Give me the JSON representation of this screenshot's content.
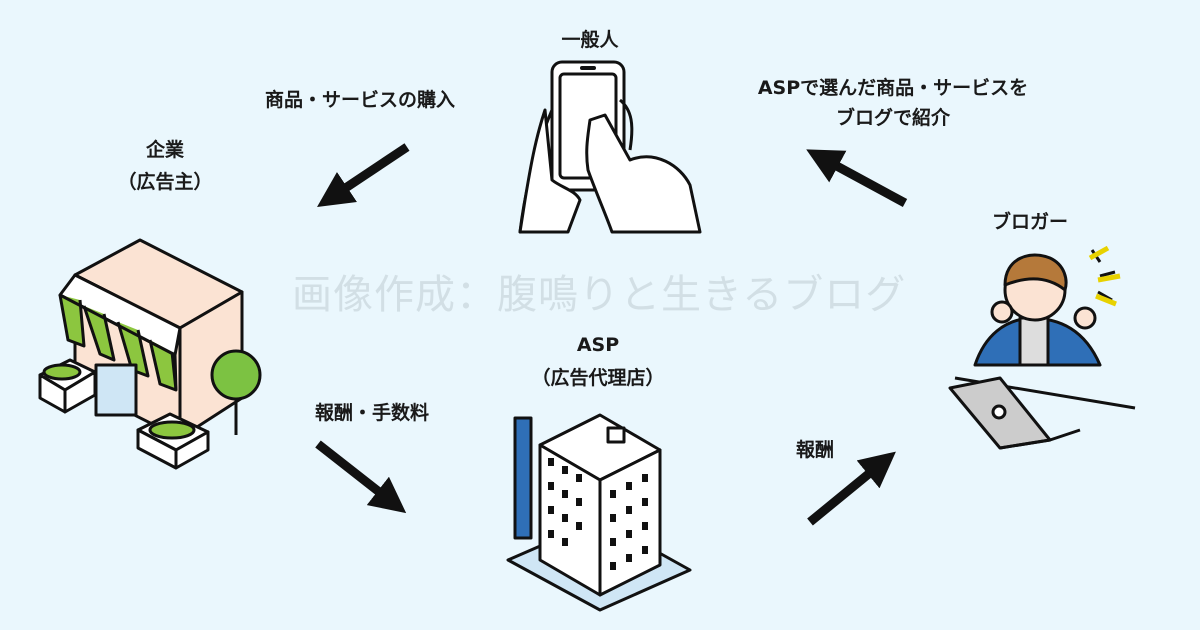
{
  "nodes": {
    "public": {
      "label": "一般人"
    },
    "company": {
      "label": "企業",
      "sub": "（広告主）"
    },
    "asp": {
      "label": "ASP",
      "sub": "（広告代理店）"
    },
    "blogger": {
      "label": "ブロガー"
    }
  },
  "edges": {
    "purchase": "商品・サービスの購入",
    "fee": "報酬・手数料",
    "reward": "報酬",
    "introduce_line1": "ASPで選んだ商品・サービスを",
    "introduce_line2": "ブログで紹介"
  },
  "watermark": "画像作成：腹鳴りと生きるブログ",
  "colors": {
    "background": "#eaf7fd",
    "awning_green": "#8cc63f",
    "shop_wall": "#fbe3d3",
    "blogger_shirt": "#2f6fb7"
  }
}
